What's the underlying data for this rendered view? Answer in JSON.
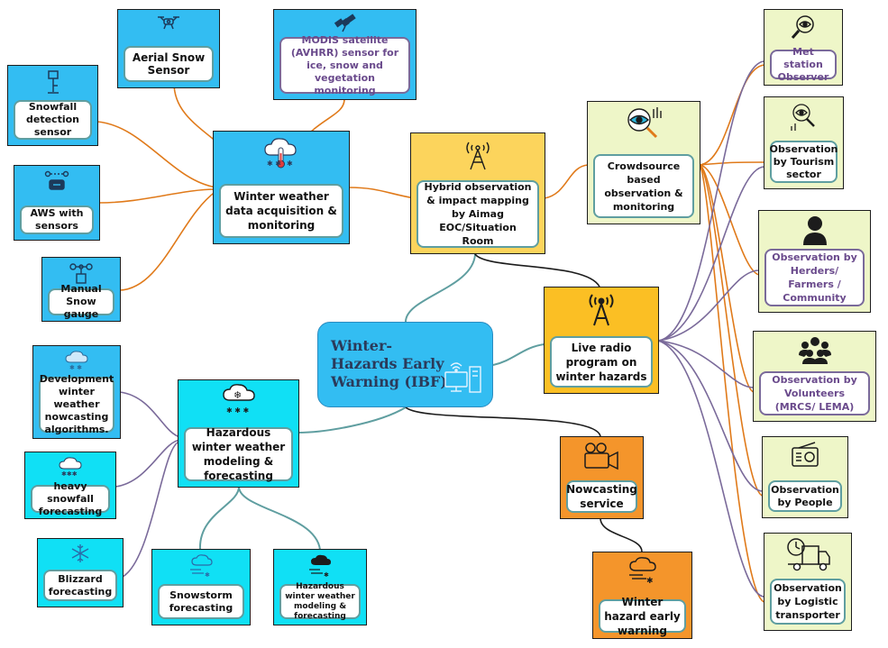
{
  "center": {
    "title": "Winter-Hazards Early Warning (IBF)"
  },
  "nodes": {
    "aerial_snow_sensor": "Aerial Snow Sensor",
    "modis_satellite": "MODIS satellite (AVHRR) sensor for ice, snow and vegetation monitoring",
    "snowfall_detection_sensor": "Snowfall detection sensor",
    "aws_with_sensors": "AWS with sensors",
    "manual_snow_gauge": "Manual Snow gauge",
    "winter_weather_data": "Winter weather data acquisition & monitoring",
    "hybrid_observation": "Hybrid observation & impact mapping by Aimag EOC/Situation Room",
    "crowdsource": "Crowdsource based observation & monitoring",
    "met_station_observer": "Met station Observer",
    "tourism_sector": "Observation by Tourism sector",
    "herders": "Observation by Herders/ Farmers / Community",
    "volunteers": "Observation by Volunteers (MRCS/ LEMA)",
    "people": "Observation by People",
    "logistic_transporter": "Observation by Logistic transporter",
    "live_radio": "Live radio program on winter hazards",
    "nowcasting_service": "Nowcasting service",
    "winter_hazard_early_warning": "Winter hazard early warning",
    "development_nowcasting": "Development winter weather nowcasting algorithms.",
    "heavy_snowfall": "heavy snowfall forecasting",
    "blizzard": "Blizzard forecasting",
    "hazardous_modeling": "Hazardous winter weather modeling & forecasting",
    "snowstorm": "Snowstorm forecasting",
    "hazardous_modeling_small": "Hazardous winter weather modeling & forecasting"
  },
  "colors": {
    "blue": "#33bdf2",
    "cyan": "#10e0f5",
    "yellow": "#fcd45c",
    "amber": "#fbbf24",
    "orange": "#f4952b",
    "pale_green": "#eef6c8",
    "edge_orange": "#e07a1a",
    "edge_purple": "#7a6a9a",
    "edge_teal": "#5f9ea0",
    "edge_dark": "#1c1c1c"
  }
}
